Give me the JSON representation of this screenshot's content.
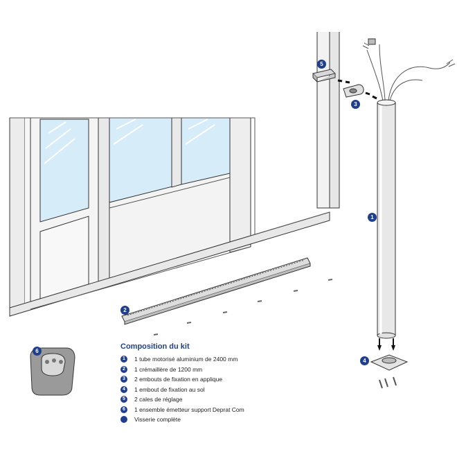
{
  "colors": {
    "accent": "#1f3f8c",
    "frame": "#ebebeb",
    "stroke": "#333333",
    "glass": "#d6ecf8",
    "tube": "#e8e8e8",
    "remote": "#9a9a9a"
  },
  "callouts": [
    "1",
    "2",
    "3",
    "4",
    "5",
    "6"
  ],
  "kit": {
    "title": "Composition du kit",
    "items": [
      {
        "badge": "1",
        "text": "1 tube motorisé aluminium de 2400 mm"
      },
      {
        "badge": "2",
        "text": "1 crémaillère de 1200 mm"
      },
      {
        "badge": "3",
        "text": "2 embouts de fixation en applique"
      },
      {
        "badge": "4",
        "text": "1 embout de fixation au sol"
      },
      {
        "badge": "5",
        "text": "2 cales de réglage"
      },
      {
        "badge": "6",
        "text": "1 ensemble émetteur support Deprat Com"
      },
      {
        "badge": "",
        "text": "Visserie complète"
      }
    ]
  },
  "icons": [
    "sliding-door",
    "motor-tube",
    "rack",
    "wall-bracket",
    "floor-bracket",
    "adjustment-shim",
    "remote-control",
    "screw"
  ]
}
